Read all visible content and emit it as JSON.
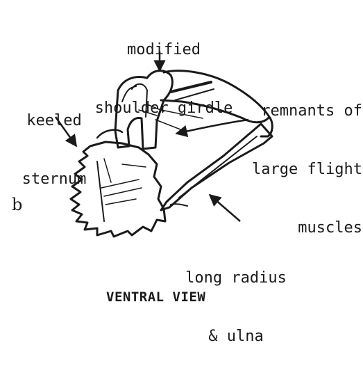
{
  "labels": {
    "shoulder": [
      "modified",
      "shoulder girdle"
    ],
    "sternum": [
      "keeled",
      "sternum"
    ],
    "muscles": [
      "remnants of",
      "large flight",
      "muscles"
    ],
    "radius": [
      "long radius",
      "& ulna"
    ]
  },
  "panel_letter": "b",
  "view_title": "VENTRAL VIEW"
}
